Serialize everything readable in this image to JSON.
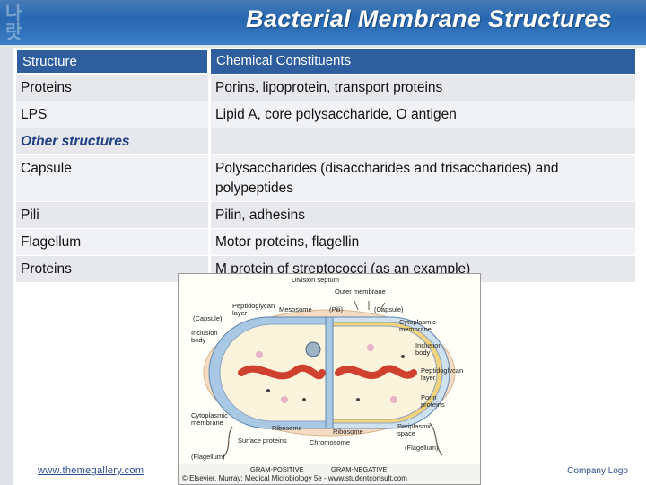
{
  "slide": {
    "title": "Bacterial Membrane Structures"
  },
  "table": {
    "headers": [
      "Structure",
      "Chemical Constituents"
    ],
    "rows": [
      {
        "structure": "Proteins",
        "constituents": "Porins, lipoprotein, transport proteins"
      },
      {
        "structure": "LPS",
        "constituents": "Lipid A, core polysaccharide, O antigen"
      },
      {
        "structure": "Other structures",
        "constituents": ""
      },
      {
        "structure": "Capsule",
        "constituents": "Polysaccharides (disaccharides and trisaccharides) and polypeptides"
      },
      {
        "structure": "Pili",
        "constituents": "Pilin, adhesins"
      },
      {
        "structure": "Flagellum",
        "constituents": "Motor proteins, flagellin"
      },
      {
        "structure": "Proteins",
        "constituents": "M protein of streptococci (as an example)"
      }
    ]
  },
  "figure": {
    "labels": {
      "division_septum": "Division septum",
      "outer_membrane": "Outer membrane",
      "peptidoglycan_layer_left": "Peptidoglycan layer",
      "capsule_left": "(Capsule)",
      "mesosome": "Mesosome",
      "pili": "(Pili)",
      "capsule_right": "(Capsule)",
      "cytoplasmic_membrane_right": "Cytoplasmic membrane",
      "inclusion_body_left": "Inclusion body",
      "inclusion_body_right": "Inclusion body",
      "peptidoglycan_layer_right": "Peptidoglycan layer",
      "porin_proteins": "Porin proteins",
      "cytoplasmic_membrane_left": "Cytoplasmic membrane",
      "ribosome_left": "Ribosome",
      "surface_proteins": "Surface proteins",
      "ribosome_right": "Ribosome",
      "periplasmic_space": "Periplasmic space",
      "chromosome": "Chromosome",
      "flagellum_left": "(Flagellum)",
      "flagellum_right": "(Flagellum)",
      "gram_positive": "GRAM-POSITIVE",
      "gram_negative": "GRAM-NEGATIVE",
      "credit": "© Elsevier. Murray: Medical Microbiology 5e - www.studentconsult.com"
    }
  },
  "footer": {
    "website": "www.themegallery.com",
    "company_logo": "Company Logo"
  },
  "colors": {
    "header_blue": "#2b6cb5",
    "table_header": "#2e5e9e",
    "section_text": "#1f3f84"
  }
}
